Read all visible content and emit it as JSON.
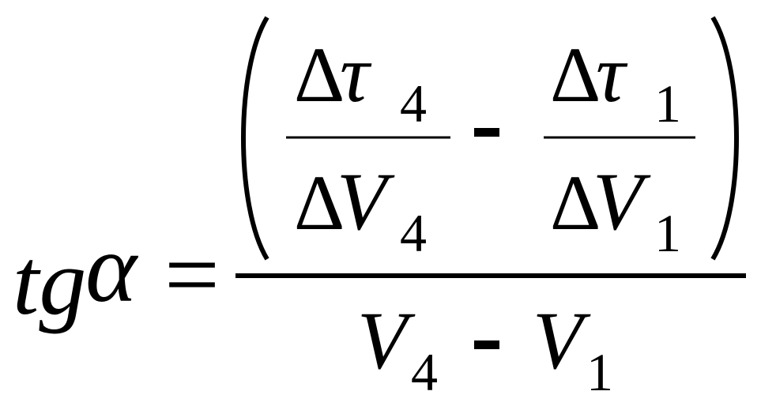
{
  "formula": {
    "lhs": {
      "func": "tg",
      "symbol": "α",
      "equals": "="
    },
    "numerator": {
      "term1": {
        "top": {
          "delta": "Δ",
          "var": "τ",
          "sub": "4"
        },
        "bottom": {
          "delta": "Δ",
          "var": "V",
          "sub": "4"
        }
      },
      "minus": "-",
      "term2": {
        "top": {
          "delta": "Δ",
          "var": "τ",
          "sub": "1"
        },
        "bottom": {
          "delta": "Δ",
          "var": "V",
          "sub": "1"
        }
      }
    },
    "denominator": {
      "var_a": "V",
      "sub_a": "4",
      "minus": "-",
      "var_b": "V",
      "sub_b": "1"
    }
  }
}
